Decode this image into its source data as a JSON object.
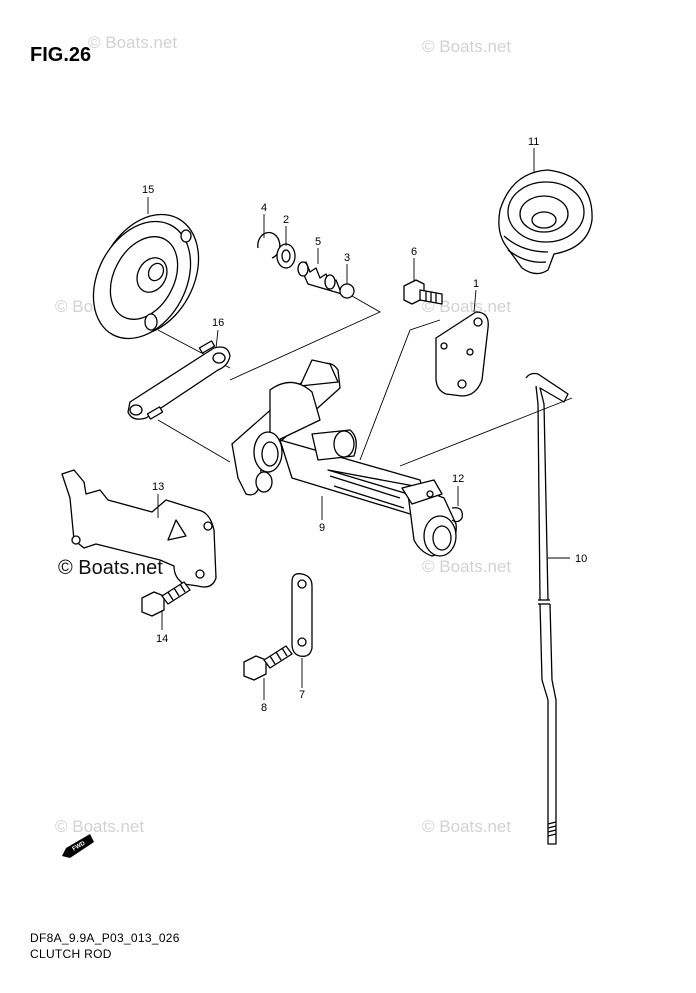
{
  "figure": {
    "title": "FIG.26",
    "code": "DF8A_9.9A_P03_013_026",
    "name": "CLUTCH ROD",
    "fwd_label": "FWD"
  },
  "watermark": {
    "text": "© Boats.net",
    "color": "#d2d2d2"
  },
  "callouts": [
    "1",
    "2",
    "3",
    "4",
    "5",
    "6",
    "7",
    "8",
    "9",
    "10",
    "11",
    "12",
    "13",
    "14",
    "15",
    "16"
  ]
}
